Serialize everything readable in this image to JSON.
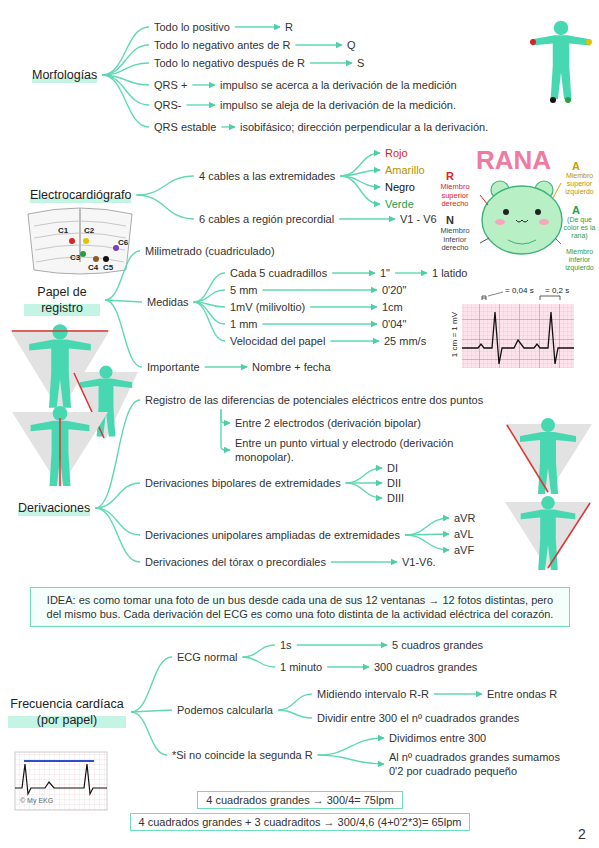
{
  "diagram": {
    "nodes": [
      {
        "text": [
          "Morfologías"
        ]
      },
      {
        "text": [
          "Todo lo positivo"
        ]
      },
      {
        "text": [
          "R"
        ]
      },
      {
        "text": [
          "Todo lo negativo antes de R"
        ]
      },
      {
        "text": [
          "Q"
        ]
      },
      {
        "text": [
          "Todo lo negativo después de R"
        ]
      },
      {
        "text": [
          "S"
        ]
      },
      {
        "text": [
          "QRS +"
        ]
      },
      {
        "text": [
          "impulso se acerca a la derivación de la medición"
        ]
      },
      {
        "text": [
          "QRS-"
        ]
      },
      {
        "text": [
          "impulso se aleja de la derivación de la medición."
        ]
      },
      {
        "text": [
          "QRS estable"
        ]
      },
      {
        "text": [
          "isobifásico; dirección perpendicular a la derivación."
        ]
      },
      {
        "text": [
          "Electrocardiógrafo"
        ]
      },
      {
        "text": [
          "4 cables a las extremidades"
        ]
      },
      {
        "text": [
          "Rojo"
        ]
      },
      {
        "text": [
          "Amarillo"
        ]
      },
      {
        "text": [
          "Negro"
        ]
      },
      {
        "text": [
          "Verde"
        ]
      },
      {
        "text": [
          "6 cables a región precordial"
        ]
      },
      {
        "text": [
          "V1 - V6"
        ]
      },
      {
        "text": [
          "Papel de registro"
        ]
      },
      {
        "text": [
          "Milimetrado (cuadriculado)"
        ]
      },
      {
        "text": [
          "Medidas"
        ]
      },
      {
        "text": [
          "Cada 5 cuadradillos"
        ]
      },
      {
        "text": [
          "1\""
        ]
      },
      {
        "text": [
          "1 latido"
        ]
      },
      {
        "text": [
          "5 mm"
        ]
      },
      {
        "text": [
          "0'20\""
        ]
      },
      {
        "text": [
          "1mV (milivoltio)"
        ]
      },
      {
        "text": [
          "1cm"
        ]
      },
      {
        "text": [
          "1 mm"
        ]
      },
      {
        "text": [
          "0'04\""
        ]
      },
      {
        "text": [
          "Velocidad del papel"
        ]
      },
      {
        "text": [
          "25 mm/s"
        ]
      },
      {
        "text": [
          "Importante"
        ]
      },
      {
        "text": [
          "Nombre + fecha"
        ]
      },
      {
        "text": [
          "Derivaciones"
        ]
      },
      {
        "text": [
          "Registro de las diferencias de potenciales eléctricos entre dos puntos"
        ]
      },
      {
        "text": [
          "Entre 2 electrodos (derivación bipolar)"
        ]
      },
      {
        "text": [
          "Entre un punto virtual y electrodo (derivación monopolar)."
        ]
      },
      {
        "text": [
          "Derivaciones bipolares de extremidades"
        ]
      },
      {
        "text": [
          "DI"
        ]
      },
      {
        "text": [
          "DII"
        ]
      },
      {
        "text": [
          "DIII"
        ]
      },
      {
        "text": [
          "Derivaciones unipolares ampliadas de extremidades"
        ]
      },
      {
        "text": [
          "aVR"
        ]
      },
      {
        "text": [
          "aVL"
        ]
      },
      {
        "text": [
          "aVF"
        ]
      },
      {
        "text": [
          "Derivaciones del tórax o precordiales"
        ]
      },
      {
        "text": [
          "V1-V6."
        ]
      },
      {
        "text": [
          "IDEA: es como tomar una foto de un bus desde cada una de sus 12 ventanas → 12 fotos distintas, pero del mismo bus. Cada derivación del ECG es como una foto distinta de la actividad eléctrica del corazón."
        ]
      },
      {
        "text": [
          "Frecuencia cardíaca (por papel)"
        ]
      },
      {
        "text": [
          "ECG normal"
        ]
      },
      {
        "text": [
          "1s"
        ]
      },
      {
        "text": [
          "5 cuadros grandes"
        ]
      },
      {
        "text": [
          "1 minuto"
        ]
      },
      {
        "text": [
          "300 cuadros grandes"
        ]
      },
      {
        "text": [
          "Podemos calcularla"
        ]
      },
      {
        "text": [
          "Midiendo intervalo R-R"
        ]
      },
      {
        "text": [
          "Entre ondas R"
        ]
      },
      {
        "text": [
          "Dividir entre 300 el nº cuadrados grandes"
        ]
      },
      {
        "text": [
          "*Si no coincide la segunda R"
        ]
      },
      {
        "text": [
          "Dividimos entre 300"
        ]
      },
      {
        "text": [
          "Al nº cuadrados grandes sumamos 0'2 por cuadrado pequeño"
        ]
      },
      {
        "text": [
          "4 cuadrados grandes → 300/4= 75lpm"
        ]
      },
      {
        "text": [
          "4 cuadrados grandes + 3 cuadraditos → 300/4,6 (4+0'2*3)= 65lpm"
        ]
      }
    ],
    "edges": [
      {
        "from": 0,
        "to": 1,
        "arrow": "none"
      },
      {
        "from": 0,
        "to": 3,
        "arrow": "none"
      },
      {
        "from": 0,
        "to": 5,
        "arrow": "none"
      },
      {
        "from": 0,
        "to": 7,
        "arrow": "none"
      },
      {
        "from": 0,
        "to": 9,
        "arrow": "none"
      },
      {
        "from": 0,
        "to": 11,
        "arrow": "none"
      },
      {
        "from": 1,
        "to": 2,
        "arrow": "to"
      },
      {
        "from": 3,
        "to": 4,
        "arrow": "to"
      },
      {
        "from": 5,
        "to": 6,
        "arrow": "to"
      },
      {
        "from": 7,
        "to": 8,
        "arrow": "to"
      },
      {
        "from": 9,
        "to": 10,
        "arrow": "to"
      },
      {
        "from": 11,
        "to": 12,
        "arrow": "to"
      },
      {
        "from": 13,
        "to": 14,
        "arrow": "none"
      },
      {
        "from": 13,
        "to": 19,
        "arrow": "none"
      },
      {
        "from": 14,
        "to": 15,
        "arrow": "to"
      },
      {
        "from": 14,
        "to": 16,
        "arrow": "to"
      },
      {
        "from": 14,
        "to": 17,
        "arrow": "to"
      },
      {
        "from": 14,
        "to": 18,
        "arrow": "to"
      },
      {
        "from": 19,
        "to": 20,
        "arrow": "to"
      },
      {
        "from": 21,
        "to": 22,
        "arrow": "none"
      },
      {
        "from": 21,
        "to": 23,
        "arrow": "none"
      },
      {
        "from": 21,
        "to": 35,
        "arrow": "none"
      },
      {
        "from": 23,
        "to": 24,
        "arrow": "none"
      },
      {
        "from": 23,
        "to": 27,
        "arrow": "none"
      },
      {
        "from": 23,
        "to": 29,
        "arrow": "none"
      },
      {
        "from": 23,
        "to": 31,
        "arrow": "none"
      },
      {
        "from": 23,
        "to": 33,
        "arrow": "none"
      },
      {
        "from": 24,
        "to": 25,
        "arrow": "to"
      },
      {
        "from": 25,
        "to": 26,
        "arrow": "to"
      },
      {
        "from": 27,
        "to": 28,
        "arrow": "to"
      },
      {
        "from": 29,
        "to": 30,
        "arrow": "to"
      },
      {
        "from": 31,
        "to": 32,
        "arrow": "to"
      },
      {
        "from": 33,
        "to": 34,
        "arrow": "to"
      },
      {
        "from": 35,
        "to": 36,
        "arrow": "to"
      },
      {
        "from": 37,
        "to": 38,
        "arrow": "none"
      },
      {
        "from": 37,
        "to": 41,
        "arrow": "none"
      },
      {
        "from": 37,
        "to": 45,
        "arrow": "none"
      },
      {
        "from": 37,
        "to": 49,
        "arrow": "none"
      },
      {
        "from": 38,
        "to": 39,
        "arrow": "to"
      },
      {
        "from": 38,
        "to": 40,
        "arrow": "to"
      },
      {
        "from": 41,
        "to": 42,
        "arrow": "to"
      },
      {
        "from": 41,
        "to": 43,
        "arrow": "to"
      },
      {
        "from": 41,
        "to": 44,
        "arrow": "to"
      },
      {
        "from": 45,
        "to": 46,
        "arrow": "to"
      },
      {
        "from": 45,
        "to": 47,
        "arrow": "to"
      },
      {
        "from": 45,
        "to": 48,
        "arrow": "to"
      },
      {
        "from": 49,
        "to": 50,
        "arrow": "to"
      },
      {
        "from": 52,
        "to": 53,
        "arrow": "none"
      },
      {
        "from": 52,
        "to": 58,
        "arrow": "none"
      },
      {
        "from": 52,
        "to": 62,
        "arrow": "none"
      },
      {
        "from": 53,
        "to": 54,
        "arrow": "none"
      },
      {
        "from": 53,
        "to": 56,
        "arrow": "none"
      },
      {
        "from": 54,
        "to": 55,
        "arrow": "to"
      },
      {
        "from": 56,
        "to": 57,
        "arrow": "to"
      },
      {
        "from": 58,
        "to": 59,
        "arrow": "none"
      },
      {
        "from": 58,
        "to": 61,
        "arrow": "none"
      },
      {
        "from": 59,
        "to": 60,
        "arrow": "to"
      },
      {
        "from": 62,
        "to": 63,
        "arrow": "to"
      },
      {
        "from": 62,
        "to": 64,
        "arrow": "to"
      }
    ],
    "labels": [
      "RANA",
      "R",
      "Miembro superior derecho",
      "A",
      "Miembro superior izquierdo",
      "N",
      "Miembro inferior derecho",
      "A",
      "(De qué color es la rana)",
      "Miembro inferior izquierdo",
      "C1",
      "C2",
      "C3",
      "C4",
      "C5",
      "C6",
      "= 0,04 s",
      "= 0,2 s",
      "1 cm = 1 mV",
      "© My EKG",
      "2"
    ]
  }
}
